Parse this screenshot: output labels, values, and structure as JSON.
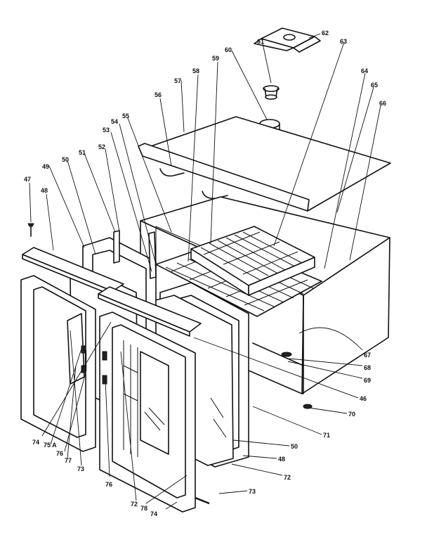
{
  "callouts": [
    {
      "id": "c47",
      "text": "47"
    },
    {
      "id": "c48a",
      "text": "48"
    },
    {
      "id": "c49",
      "text": "49"
    },
    {
      "id": "c50a",
      "text": "50"
    },
    {
      "id": "c51",
      "text": "51"
    },
    {
      "id": "c52",
      "text": "52"
    },
    {
      "id": "c53",
      "text": "53"
    },
    {
      "id": "c54",
      "text": "54"
    },
    {
      "id": "c55",
      "text": "55"
    },
    {
      "id": "c56",
      "text": "56"
    },
    {
      "id": "c57",
      "text": "57"
    },
    {
      "id": "c58",
      "text": "58"
    },
    {
      "id": "c59",
      "text": "59"
    },
    {
      "id": "c60",
      "text": "60"
    },
    {
      "id": "c61",
      "text": "61"
    },
    {
      "id": "c62",
      "text": "62"
    },
    {
      "id": "c63",
      "text": "63"
    },
    {
      "id": "c64",
      "text": "64"
    },
    {
      "id": "c65",
      "text": "65"
    },
    {
      "id": "c66",
      "text": "66"
    },
    {
      "id": "c67",
      "text": "67"
    },
    {
      "id": "c68",
      "text": "68"
    },
    {
      "id": "c69",
      "text": "69"
    },
    {
      "id": "c70",
      "text": "70"
    },
    {
      "id": "c71",
      "text": "71"
    },
    {
      "id": "c50b",
      "text": "50"
    },
    {
      "id": "c46",
      "text": "46"
    },
    {
      "id": "c48b",
      "text": "48"
    },
    {
      "id": "c72a",
      "text": "72"
    },
    {
      "id": "c73a",
      "text": "73"
    },
    {
      "id": "c74a",
      "text": "74"
    },
    {
      "id": "c75a",
      "text": "75 A"
    },
    {
      "id": "c76a",
      "text": "76"
    },
    {
      "id": "c77",
      "text": "77"
    },
    {
      "id": "c73b",
      "text": "73"
    },
    {
      "id": "c76b",
      "text": "76"
    },
    {
      "id": "c72b",
      "text": "72"
    },
    {
      "id": "c78",
      "text": "78"
    },
    {
      "id": "c74b",
      "text": "74"
    }
  ]
}
